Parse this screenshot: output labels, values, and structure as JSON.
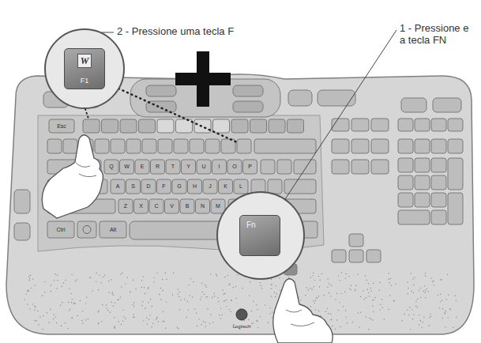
{
  "diagram": {
    "nodes": [
      {
        "text": [
          "W",
          "F1"
        ]
      },
      {
        "text": [
          "Fn"
        ]
      }
    ],
    "labels": [
      "2 - Pressione uma tecla F",
      "1 - Pressione e a tecla FN",
      "Esc",
      "Q",
      "W",
      "E",
      "R",
      "T",
      "Y",
      "U",
      "I",
      "O",
      "P",
      "A",
      "S",
      "D",
      "F",
      "G",
      "H",
      "J",
      "K",
      "L",
      "Z",
      "X",
      "C",
      "V",
      "B",
      "N",
      "M",
      "Ctrl",
      "Alt",
      "Logitech"
    ]
  }
}
